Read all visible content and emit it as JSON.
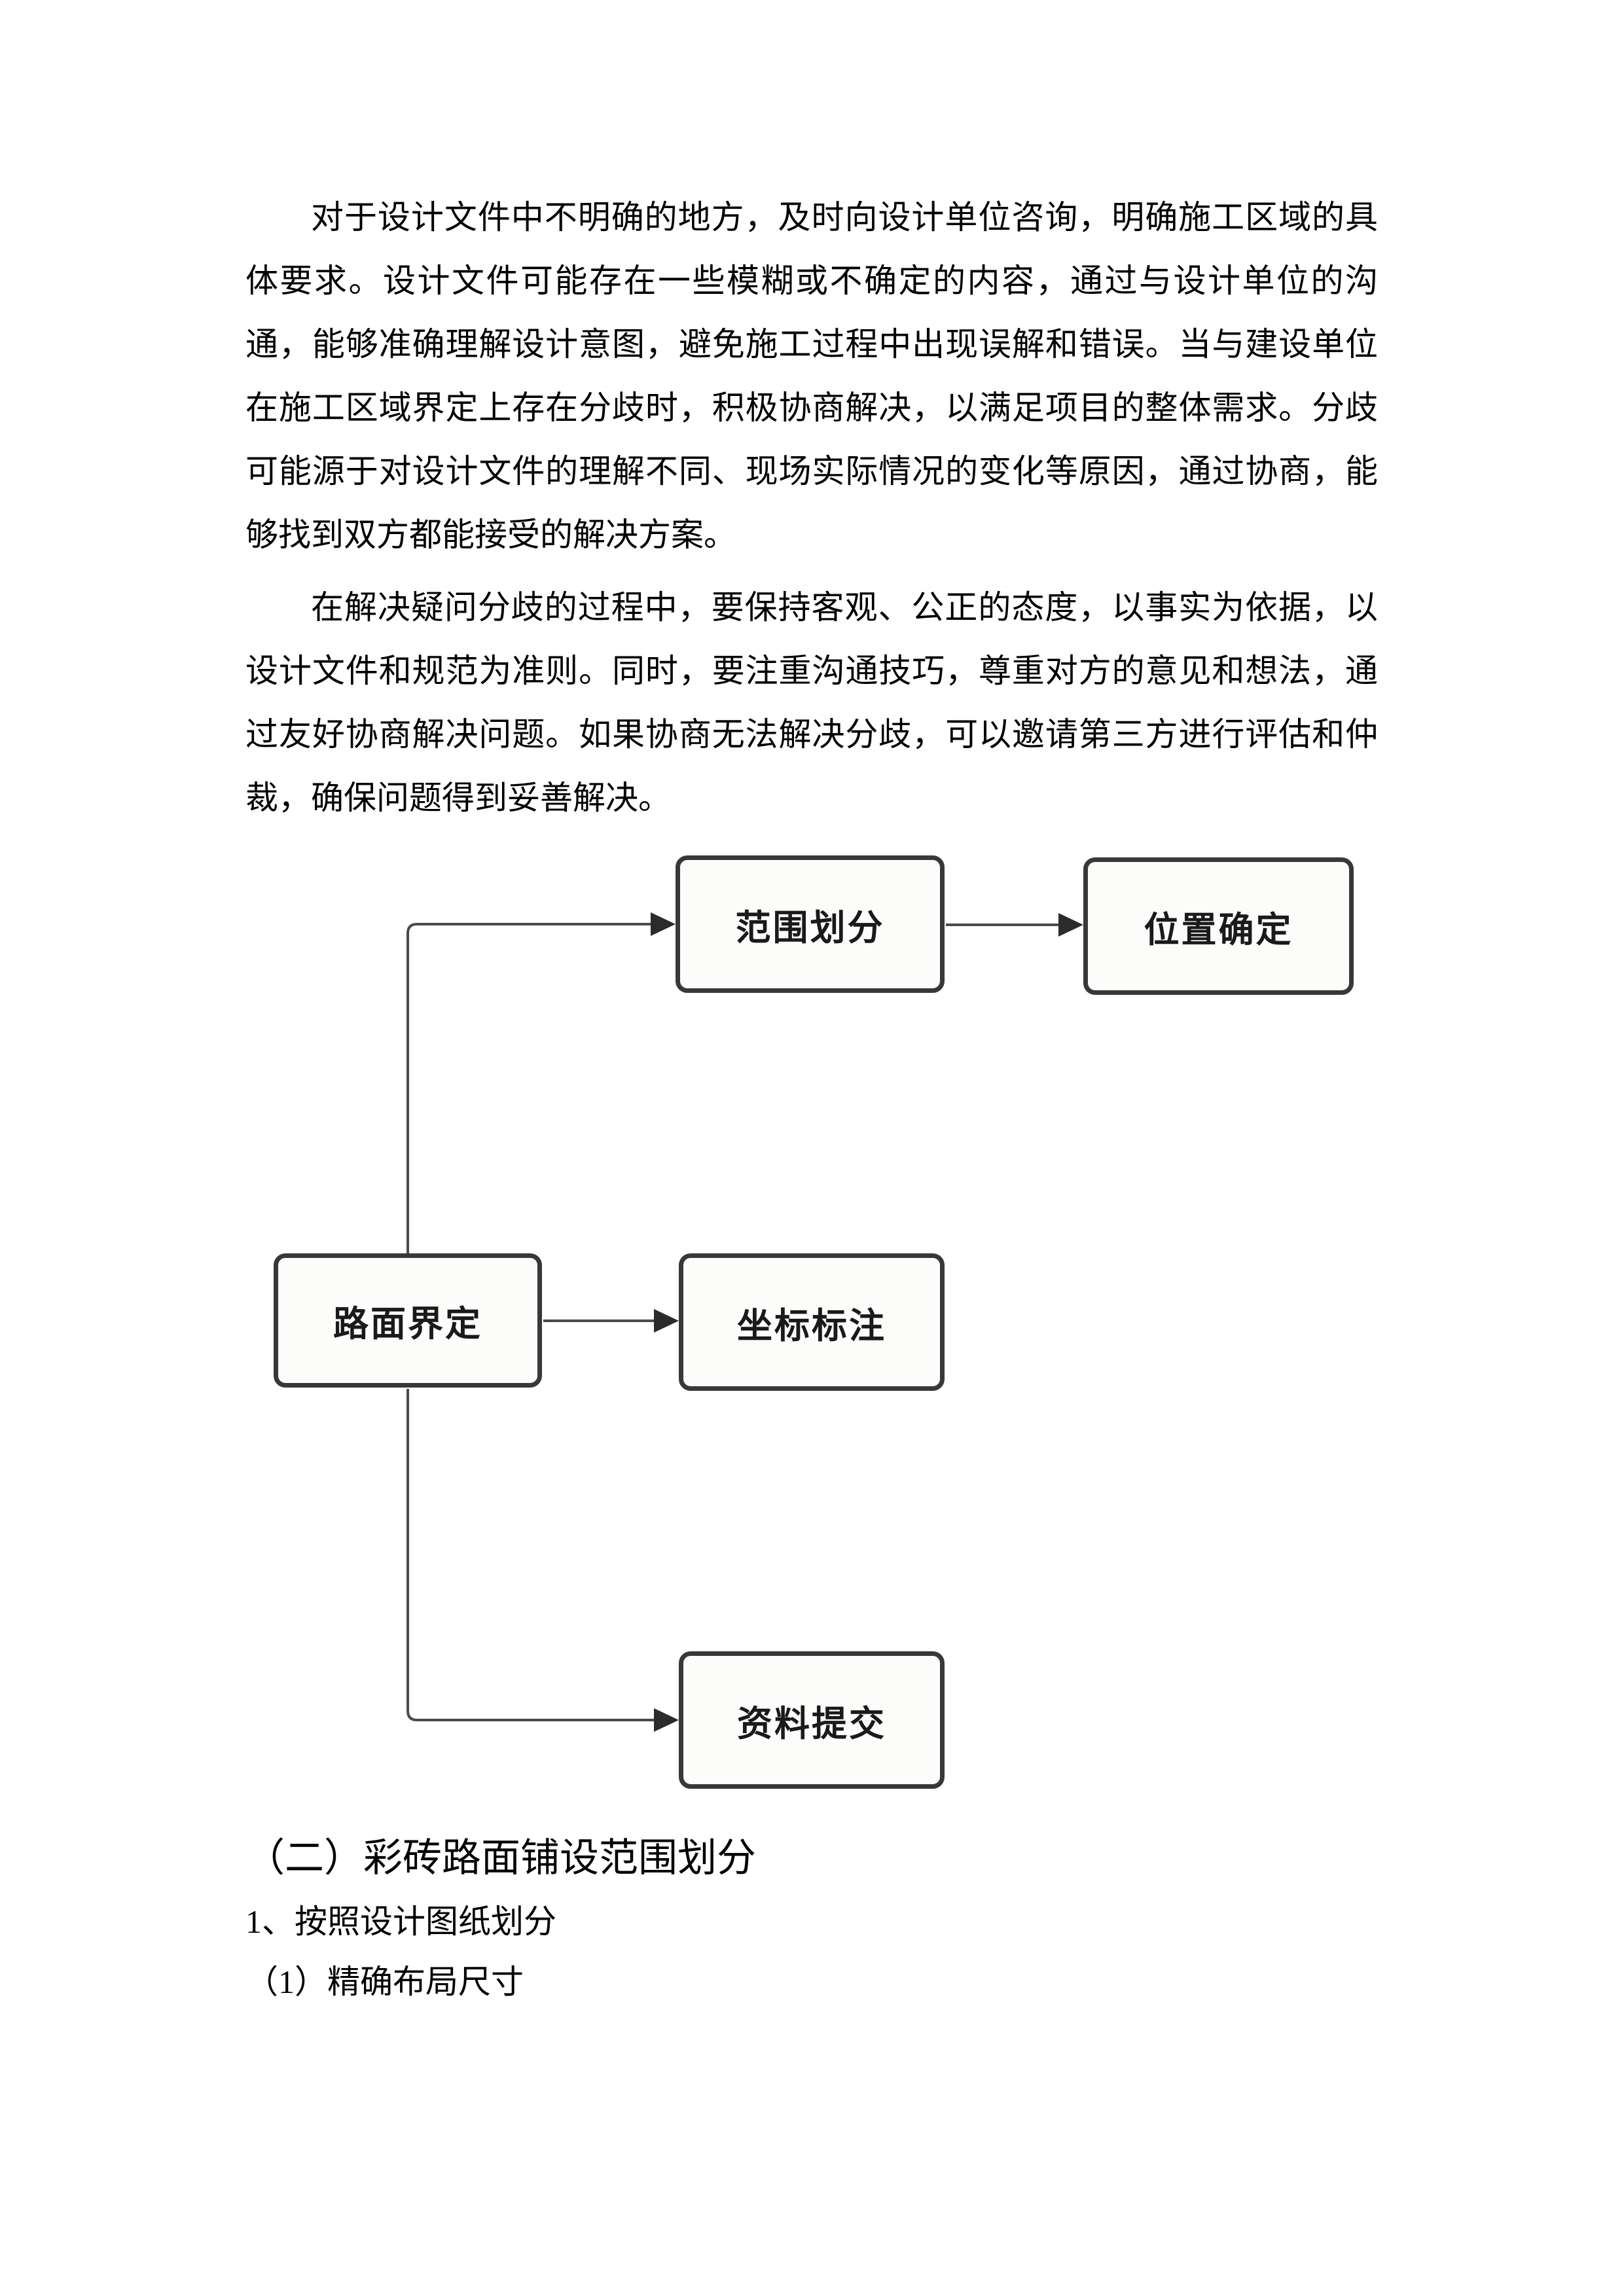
{
  "paragraphs": [
    "对于设计文件中不明确的地方，及时向设计单位咨询，明确施工区域的具体要求。设计文件可能存在一些模糊或不确定的内容，通过与设计单位的沟通，能够准确理解设计意图，避免施工过程中出现误解和错误。当与建设单位在施工区域界定上存在分歧时，积极协商解决，以满足项目的整体需求。分歧可能源于对设计文件的理解不同、现场实际情况的变化等原因，通过协商，能够找到双方都能接受的解决方案。",
    "在解决疑问分歧的过程中，要保持客观、公正的态度，以事实为依据，以设计文件和规范为准则。同时，要注重沟通技巧，尊重对方的意见和想法，通过友好协商解决问题。如果协商无法解决分歧，可以邀请第三方进行评估和仲裁，确保问题得到妥善解决。"
  ],
  "diagram": {
    "nodes": [
      {
        "id": "fanwei",
        "label": "范围划分"
      },
      {
        "id": "weizhi",
        "label": "位置确定"
      },
      {
        "id": "lumian",
        "label": "路面界定"
      },
      {
        "id": "zuobiao",
        "label": "坐标标注"
      },
      {
        "id": "ziliao",
        "label": "资料提交"
      }
    ],
    "edges": [
      {
        "from": "路面界定",
        "to": "范围划分"
      },
      {
        "from": "范围划分",
        "to": "位置确定"
      },
      {
        "from": "路面界定",
        "to": "坐标标注"
      },
      {
        "from": "路面界定",
        "to": "资料提交"
      }
    ]
  },
  "headings": {
    "section": "（二）彩砖路面铺设范围划分",
    "item1": "1、按照设计图纸划分",
    "item2": "（1）精确布局尺寸"
  },
  "colors": {
    "box_border": "#383838",
    "box_fill": "#fcfcfb",
    "connector": "#4a4a4a",
    "arrowhead": "#2b2b2b",
    "text": "#000000"
  }
}
